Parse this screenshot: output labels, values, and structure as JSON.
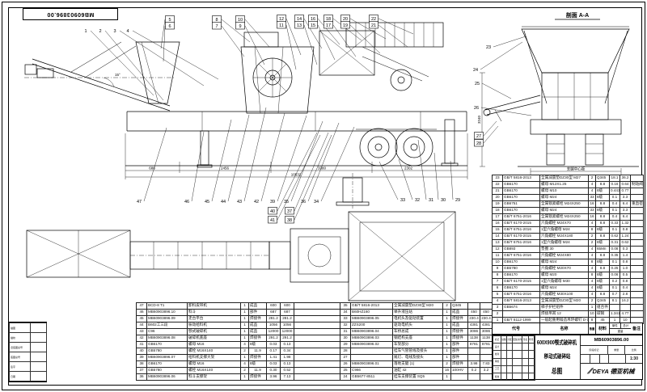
{
  "sheet": {
    "drawing_no_top": "MB60903896.00",
    "section_label": "剖面 A-A",
    "angle_label": "15°",
    "leg_span_label": "支腿中心距",
    "dims": {
      "d1": "688",
      "d2": "2456",
      "d3": "3380",
      "d4": "2302",
      "overall": "10532",
      "vertical": "3240"
    }
  },
  "callouts": [
    "1",
    "2",
    "3",
    "4",
    "5",
    "6",
    "8",
    "7",
    "10",
    "9",
    "12",
    "11",
    "14",
    "13",
    "16",
    "15",
    "18",
    "17",
    "20",
    "19",
    "22",
    "21",
    "23",
    "47",
    "46",
    "45",
    "44",
    "43",
    "42",
    "39",
    "35",
    "36",
    "34",
    "40",
    "37",
    "41",
    "38",
    "33",
    "32",
    "31",
    "30",
    "29",
    "24",
    "25",
    "26",
    "27",
    "28"
  ],
  "bom_header": {
    "code": "代号",
    "name": "名称",
    "qty": "数量",
    "material": "材料",
    "unit": "单件",
    "total": "总计",
    "weight": "重量",
    "remark": "备注"
  },
  "bom_right": {
    "rows": [
      [
        "23",
        "GB/T 5816-2013",
        "全属减震垫DZ30型  M27",
        "2",
        "Q345",
        "18.1",
        "36.2",
        ""
      ],
      [
        "22",
        "GB6170",
        "螺母  M12X1.25",
        "4",
        "8.8",
        "0.16",
        "0.64",
        "制动阀相连"
      ],
      [
        "21",
        "GB6170",
        "螺母  M10",
        "4",
        "8级",
        "0.443",
        "0.77",
        ""
      ],
      [
        "20",
        "GB6170",
        "螺母  M24",
        "33",
        "8级",
        "0.1",
        "3.3",
        ""
      ],
      [
        "19",
        "GB6751",
        "全属锁紧螺栓  M24X250",
        "16",
        "8.8",
        "0.4",
        "6.4",
        "重直密封条"
      ],
      [
        "18",
        "GB6170",
        "螺母  M24",
        "33",
        "8级",
        "0.1",
        "3.3",
        ""
      ],
      [
        "17",
        "GB/T 6751-2016",
        "全属锁紧螺栓  M24X250",
        "16",
        "8.8",
        "0.4",
        "6.4",
        ""
      ],
      [
        "16",
        "GB/T 6170-2015",
        "六角螺栓  M24X70",
        "4",
        "8.8",
        "0.33",
        "1.32",
        ""
      ],
      [
        "15",
        "GB/T 6751-2016",
        "1型六角螺母  M24",
        "8",
        "8级",
        "0.1",
        "0.8",
        ""
      ],
      [
        "14",
        "GB/T 6170-2015",
        "六角螺栓  M24X180",
        "2",
        "8.8",
        "0.62",
        "1.24",
        ""
      ],
      [
        "13",
        "GB/T 6751-2016",
        "1型六角螺母  M24",
        "2",
        "8级",
        "0.31",
        "0.62",
        ""
      ],
      [
        "12",
        "GB893",
        "垫圈  30",
        "4",
        "65Mn",
        "0.08",
        "0.3",
        ""
      ],
      [
        "11",
        "GB/T 6751-2016",
        "六角螺栓  M24X80",
        "4",
        "8.8",
        "0.35",
        "1.4",
        ""
      ],
      [
        "10",
        "GB6170",
        "螺母  M24",
        "8",
        "8级",
        "0.1",
        "0.8",
        ""
      ],
      [
        "9",
        "GB5780",
        "六角螺栓  M20X70",
        "4",
        "8.8",
        "0.25",
        "1.0",
        ""
      ],
      [
        "8",
        "GB6170",
        "螺母  M20",
        "8",
        "8级",
        "0.06",
        "0.5",
        ""
      ],
      [
        "7",
        "GB/T 6170-2015",
        "1型六角螺母  M30",
        "4",
        "8级",
        "0.2",
        "0.8",
        ""
      ],
      [
        "6",
        "GB6170",
        "螺母  M24",
        "4",
        "8级",
        "0.1",
        "0.4",
        ""
      ],
      [
        "5",
        "GB/T 6751-2016",
        "六角螺栓  M30X100",
        "4",
        "8.8",
        "0.7",
        "2.8",
        ""
      ],
      [
        "4",
        "GB/T 5816-2013",
        "全属减震垫DZ30型  M20",
        "2",
        "Q345",
        "8.1",
        "16.2",
        ""
      ],
      [
        "3",
        "GB5674",
        "梯子护栏组件",
        "1",
        "组合件",
        "",
        "",
        ""
      ],
      [
        "2",
        "",
        "焊接吊耳  12",
        "10",
        "碳钢",
        "1.341",
        "4.77",
        ""
      ],
      [
        "1",
        "GB/T 8112-1999",
        "一般起重用锻造吊环螺钉 D-14",
        "8",
        "45",
        "1",
        "10",
        ""
      ]
    ]
  },
  "bom_bottom_a": {
    "rows": [
      [
        "47",
        "BCD-8 T1",
        "卸料皮带机",
        "1",
        "成品",
        "600",
        "600",
        ""
      ],
      [
        "46",
        "MB60903896.10",
        "料斗",
        "1",
        "部件",
        "687",
        "687",
        ""
      ],
      [
        "45",
        "MB60903896.09",
        "走台平台",
        "1",
        "焊接件",
        "281.2",
        "281.2",
        ""
      ],
      [
        "44",
        "B602工三段",
        "振动给料机",
        "1",
        "成品",
        "1056",
        "1056",
        ""
      ],
      [
        "43",
        "C96",
        "颚式破碎机",
        "1",
        "成品",
        "12000",
        "12000",
        ""
      ],
      [
        "42",
        "MB60903896.08",
        "破碎机底座",
        "1",
        "焊接件",
        "291.2",
        "291.2",
        ""
      ],
      [
        "41",
        "GB6170",
        "螺母  M16",
        "4",
        "8级",
        "0.03",
        "0.13",
        ""
      ],
      [
        "40",
        "GB5780",
        "螺栓  M16X140",
        "2",
        "11.9",
        "0.17",
        "0.34",
        ""
      ],
      [
        "39",
        "MB60903896.07",
        "给料机支撑大架",
        "1",
        "焊接件",
        "1.41",
        "1.98",
        ""
      ],
      [
        "38",
        "GB6170",
        "螺母  M16",
        "4",
        "8级",
        "0.03",
        "0.13",
        ""
      ],
      [
        "37",
        "GB5780",
        "螺栓  M16X140",
        "2",
        "11.9",
        "0.30",
        "0.52",
        ""
      ],
      [
        "36",
        "MB60903896.06",
        "料斗支撑架",
        "1",
        "焊接件",
        "3.96",
        "7.13",
        ""
      ]
    ]
  },
  "bom_bottom_b": {
    "rows": [
      [
        "35",
        "GB/T 5816-2013",
        "全属减震垫DZ30型  M20",
        "2",
        "Q345",
        "",
        ""
      ],
      [
        "34",
        "B60HZ160",
        "举升液压站",
        "1",
        "成品",
        "450",
        "450"
      ],
      [
        "33",
        "MB60903896.05",
        "电机头及驱动装置",
        "1",
        "焊接件",
        "230.4",
        "230.4"
      ],
      [
        "32",
        "ZZS200",
        "驱动电机头",
        "1",
        "成品",
        "4381",
        "4381"
      ],
      [
        "31",
        "MB60903896.04",
        "车桥总成",
        "1",
        "焊接件",
        "3086",
        "3086"
      ],
      [
        "30",
        "MB60903896.03",
        "钢结构支座",
        "1",
        "焊接件",
        "1138",
        "1138"
      ],
      [
        "29",
        "MB60903896.02",
        "车架部分",
        "1",
        "部件",
        "8781",
        "8781"
      ],
      [
        "28",
        "",
        "挂车气管管线及接头",
        "1",
        "部件",
        "",
        ""
      ],
      [
        "27",
        "",
        "尾灯、电线及接头",
        "1",
        "部件",
        "",
        ""
      ],
      [
        "26",
        "MB60903896.01",
        "落地支腿 (1)",
        "2",
        "焊接件",
        "3.98",
        "7.83"
      ],
      [
        "25",
        "C966",
        "油缸  42",
        "16",
        "100HV",
        "0.2",
        "3.2"
      ],
      [
        "24",
        "GB5677-8511",
        "挂车支撑装置  SQ5",
        "1",
        "",
        "",
        ""
      ]
    ]
  },
  "title_block": {
    "product_line1": "600X900颚式破碎机",
    "product_line2": "移动式破碎站",
    "drawing_title": "总图",
    "drawing_no": "MB60903896.00",
    "scale": "1:30",
    "company_en": "DEYA",
    "company_cn": "德亚机械",
    "grid_labels": {
      "stage": "阶段标记",
      "weight": "重量",
      "scale_label": "比例"
    },
    "stamp_rows": [
      [
        "标记",
        "处数",
        "分区",
        "更改文件号",
        "签名",
        "年月日"
      ],
      [
        "设计",
        "",
        "",
        "",
        "",
        ""
      ],
      [
        "校对",
        "",
        "",
        "",
        "",
        ""
      ],
      [
        "审核",
        "",
        "",
        "",
        "",
        ""
      ],
      [
        "工艺",
        "",
        "",
        "",
        "",
        ""
      ],
      [
        "批准",
        "",
        "",
        "",
        "",
        ""
      ]
    ]
  },
  "border_strip": {
    "rows": [
      [
        "描图",
        ""
      ],
      [
        "描校",
        ""
      ],
      [
        "旧底图总号",
        ""
      ],
      [
        "底图总号",
        ""
      ],
      [
        "签字",
        ""
      ],
      [
        "日期",
        ""
      ]
    ]
  }
}
